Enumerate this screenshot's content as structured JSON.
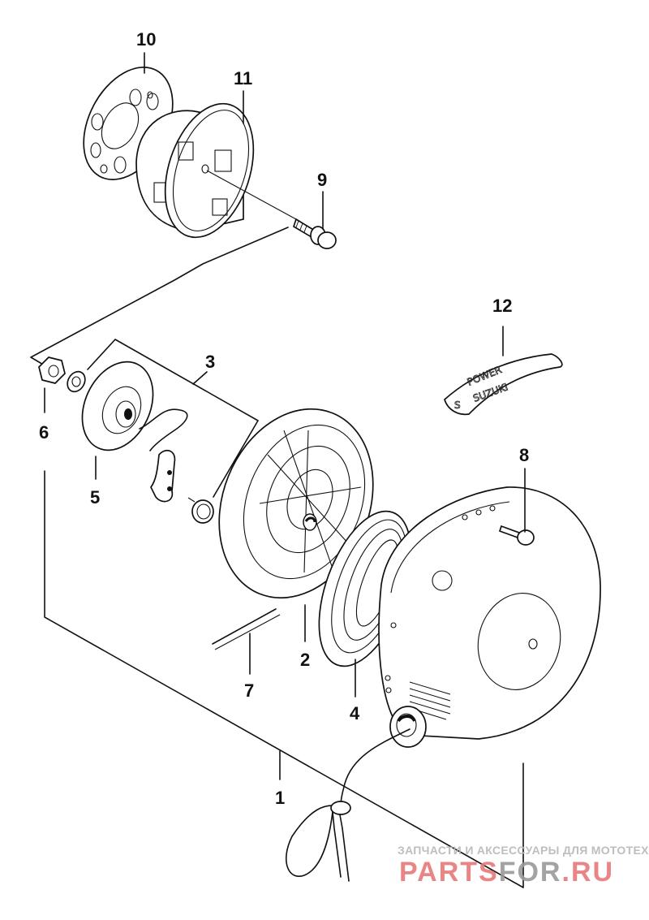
{
  "diagram": {
    "title": "Recoil starter assembly",
    "callouts": [
      {
        "id": "1",
        "label": "1"
      },
      {
        "id": "2",
        "label": "2"
      },
      {
        "id": "3",
        "label": "3"
      },
      {
        "id": "4",
        "label": "4"
      },
      {
        "id": "5",
        "label": "5"
      },
      {
        "id": "6",
        "label": "6"
      },
      {
        "id": "7",
        "label": "7"
      },
      {
        "id": "8",
        "label": "8"
      },
      {
        "id": "9",
        "label": "9"
      },
      {
        "id": "10",
        "label": "10"
      },
      {
        "id": "11",
        "label": "11"
      },
      {
        "id": "12",
        "label": "12"
      }
    ],
    "decal": {
      "brand": "SUZUKI",
      "sub": "POWER",
      "logo": "S"
    }
  },
  "watermark": {
    "tagline": "ЗАПЧАСТИ И АКСЕССУАРЫ ДЛЯ МОТОТЕХНИКИ",
    "brand_part1": "PARTS",
    "brand_part2": "FOR",
    "brand_part3": ".RU",
    "color_red": "#e87878",
    "color_gray": "#9a9a9a"
  }
}
